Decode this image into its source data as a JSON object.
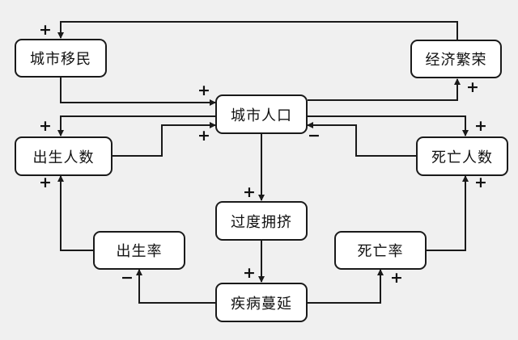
{
  "diagram": {
    "nodes": {
      "migrants": "城市移民",
      "economy": "经济繁荣",
      "population": "城市人口",
      "births": "出生人数",
      "deaths": "死亡人数",
      "crowding": "过度拥挤",
      "birth_rate": "出生率",
      "death_rate": "死亡率",
      "disease": "疾病蔓延"
    },
    "edges": [
      {
        "from": "economy",
        "to": "migrants",
        "sign": "+"
      },
      {
        "from": "migrants",
        "to": "population",
        "sign": "+"
      },
      {
        "from": "population",
        "to": "economy",
        "sign": "+"
      },
      {
        "from": "population",
        "to": "births",
        "sign": "+"
      },
      {
        "from": "births",
        "to": "population",
        "sign": "+"
      },
      {
        "from": "population",
        "to": "deaths",
        "sign": "+"
      },
      {
        "from": "deaths",
        "to": "population",
        "sign": "−"
      },
      {
        "from": "population",
        "to": "crowding",
        "sign": "+"
      },
      {
        "from": "crowding",
        "to": "disease",
        "sign": "+"
      },
      {
        "from": "disease",
        "to": "birth_rate",
        "sign": "−"
      },
      {
        "from": "disease",
        "to": "death_rate",
        "sign": "+"
      },
      {
        "from": "birth_rate",
        "to": "births",
        "sign": "+"
      },
      {
        "from": "death_rate",
        "to": "deaths",
        "sign": "+"
      }
    ]
  }
}
